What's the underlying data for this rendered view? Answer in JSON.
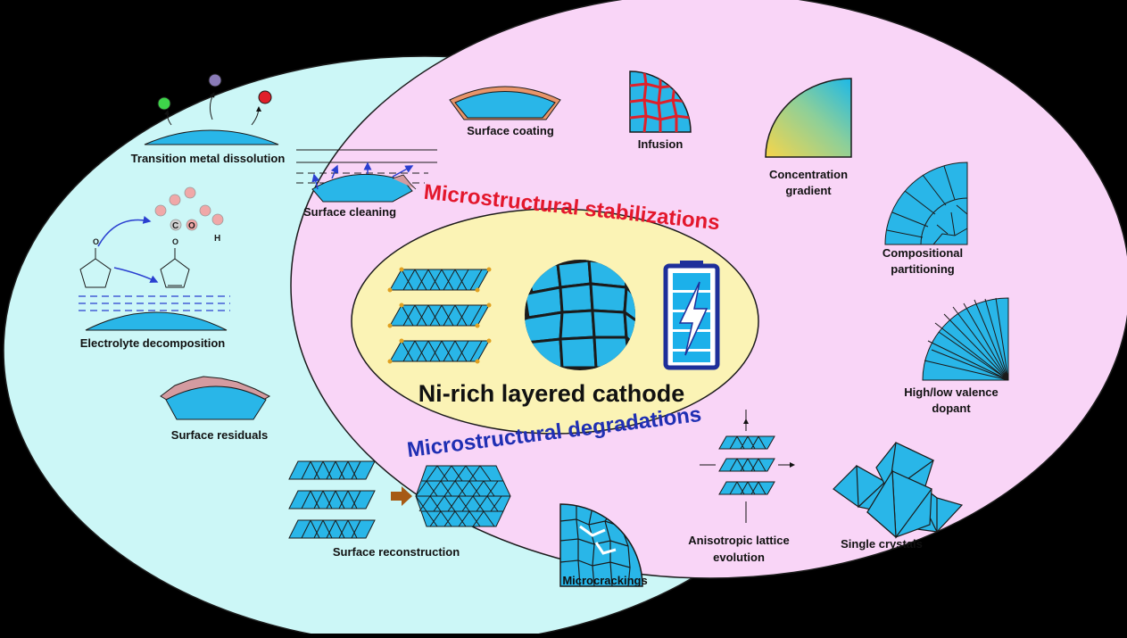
{
  "center": {
    "title": "Ni-rich layered cathode"
  },
  "headings": {
    "stabilizations": "Microstructural stabilizations",
    "degradations": "Microstructural degradations"
  },
  "stabilization_labels": {
    "surface_coating": "Surface coating",
    "infusion": "Infusion",
    "concentration_gradient_1": "Concentration",
    "concentration_gradient_2": "gradient",
    "compositional_partitioning_1": "Compositional",
    "compositional_partitioning_2": "partitioning",
    "dopant_1": "High/low valence",
    "dopant_2": "dopant",
    "single_crystals": "Single crystals",
    "surface_cleaning": "Surface cleaning"
  },
  "degradation_labels": {
    "tm_dissolution": "Transition metal dissolution",
    "electrolyte_decomposition": "Electrolyte decomposition",
    "surface_residuals": "Surface residuals",
    "surface_reconstruction": "Surface reconstruction",
    "microcrackings": "Microcrackings",
    "anisotropic_1": "Anisotropic lattice",
    "anisotropic_2": "evolution"
  },
  "molecule_labels": {
    "c": "C",
    "o": "O",
    "h": "H"
  },
  "colors": {
    "degradation_region": "#ccf7f7",
    "stabilization_region": "#f9d5f7",
    "center_region": "#fbf3b5",
    "particle": "#29b6e8",
    "stabilization_heading": "#e3172c",
    "degradation_heading": "#1f2fb3",
    "coating": "#e8956a",
    "infusion_boundary": "#e0202a"
  }
}
